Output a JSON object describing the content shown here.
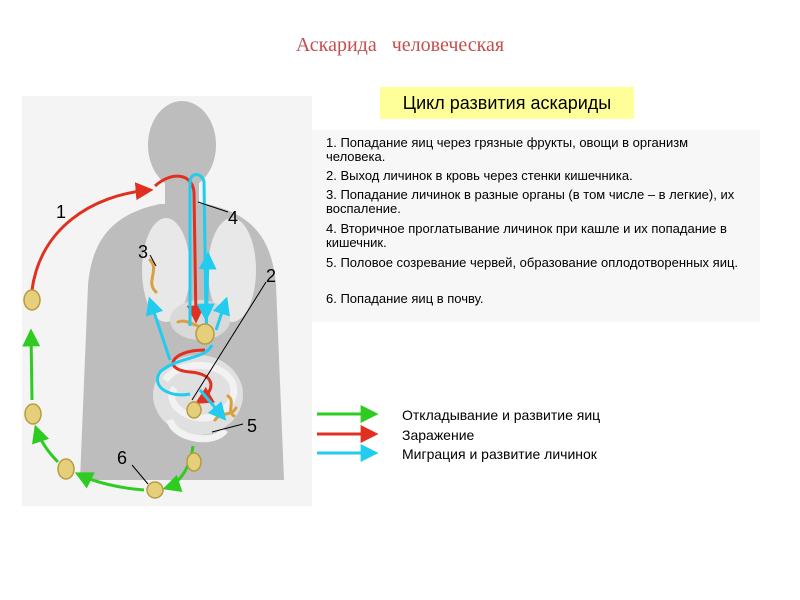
{
  "header": {
    "title": "Аскарида   человеческая"
  },
  "cycle": {
    "title": "Цикл развития аскариды",
    "steps": [
      "1. Попадание яиц через грязные фрукты, овощи в организм человека.",
      "2. Выход личинок в кровь через стенки кишечника.",
      "3. Попадание личинок в разные органы (в том числе – в легкие), их воспаление.",
      "4. Вторичное проглатывание личинок при кашле и их попадание в кишечник.",
      "5. Половое созревание червей, образование оплодотворенных яиц.",
      "6. Попадание яиц в почву."
    ]
  },
  "figure": {
    "labels": [
      "1",
      "2",
      "3",
      "4",
      "5",
      "6"
    ]
  },
  "legend": {
    "items": [
      {
        "label": "Откладывание и  развитие яиц",
        "color": "#2ecc20"
      },
      {
        "label": "Заражение",
        "color": "#e03020"
      },
      {
        "label": "Миграция и развитие личинок",
        "color": "#22ccee"
      }
    ]
  },
  "colors": {
    "title": "#c0504d",
    "cycle_title_bg": "#ffff99",
    "silhouette": "#bdbdbd"
  }
}
